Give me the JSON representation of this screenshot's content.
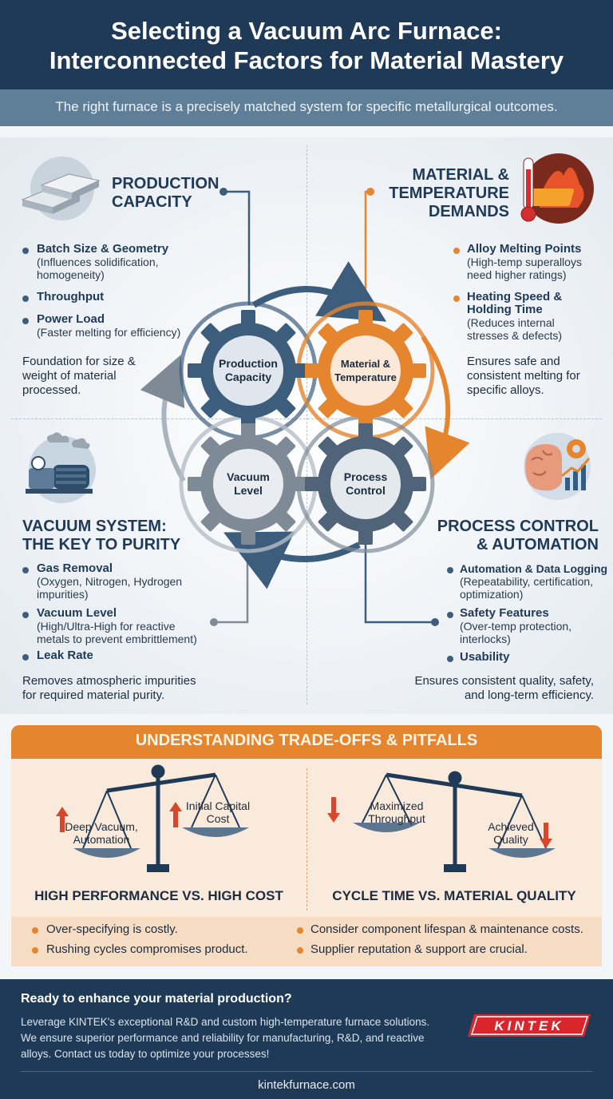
{
  "header": {
    "title_line1": "Selecting a Vacuum Arc Furnace:",
    "title_line2": "Interconnected Factors for Material Mastery",
    "subtitle": "The right furnace is a precisely matched system for specific metallurgical outcomes."
  },
  "colors": {
    "navy": "#1f3a56",
    "orange": "#e5852e",
    "steel_blue": "#3d5d7c",
    "gray": "#7e8b97"
  },
  "production": {
    "title_line1": "PRODUCTION",
    "title_line2": "CAPACITY",
    "icon": "metal-ingots-icon",
    "items": [
      {
        "head": "Batch Size & Geometry",
        "sub1": "(Influences solidification,",
        "sub2": "homogeneity)"
      },
      {
        "head": "Throughput"
      },
      {
        "head": "Power Load",
        "sub1": "(Faster melting for efficiency)"
      }
    ],
    "summary_line1": "Foundation for size &",
    "summary_line2": "weight of material",
    "summary_line3": "processed."
  },
  "material": {
    "title_line1": "MATERIAL &",
    "title_line2": "TEMPERATURE",
    "title_line3": "DEMANDS",
    "icon": "thermometer-molten-metal-icon",
    "items": [
      {
        "head": "Alloy Melting Points",
        "sub1": "(High-temp superalloys",
        "sub2": "need higher ratings)"
      },
      {
        "head1": "Heating Speed &",
        "head2": "Holding Time",
        "sub1": "(Reduces internal",
        "sub2": "stresses & defects)"
      }
    ],
    "summary_line1": "Ensures safe and",
    "summary_line2": "consistent melting for",
    "summary_line3": "specific alloys."
  },
  "vacuum": {
    "title_line1": "VACUUM SYSTEM:",
    "title_line2": "THE KEY TO PURITY",
    "icon": "vacuum-pump-icon",
    "items": [
      {
        "head": "Gas Removal",
        "sub1": "(Oxygen, Nitrogen, Hydrogen",
        "sub2": "impurities)"
      },
      {
        "head": "Vacuum Level",
        "sub1": "(High/Ultra-High for reactive",
        "sub2": "metals to prevent embrittlement)"
      },
      {
        "head": "Leak Rate"
      }
    ],
    "summary_line1": "Removes atmospheric impurities",
    "summary_line2": "for required material purity."
  },
  "process": {
    "title_line1": "PROCESS CONTROL",
    "title_line2": "& AUTOMATION",
    "icon": "brain-gear-chart-icon",
    "items": [
      {
        "head": "Automation & Data Logging",
        "sub1": "(Repeatability, certification,",
        "sub2": "optimization)"
      },
      {
        "head": "Safety Features",
        "sub1": "(Over-temp protection,",
        "sub2": "interlocks)"
      },
      {
        "head": "Usability"
      }
    ],
    "summary_line1": "Ensures consistent quality, safety,",
    "summary_line2": "and long-term efficiency."
  },
  "gears": {
    "production": {
      "line1": "Production",
      "line2": "Capacity"
    },
    "material": {
      "line1": "Material &",
      "line2": "Temperature"
    },
    "vacuum": {
      "line1": "Vacuum",
      "line2": "Level"
    },
    "process": {
      "line1": "Process",
      "line2": "Control"
    }
  },
  "tradeoffs": {
    "title": "UNDERSTANDING TRADE-OFFS & PITFALLS",
    "left": {
      "heading": "HIGH PERFORMANCE VS. HIGH COST",
      "pan_left_line1": "Deep Vacuum,",
      "pan_left_line2": "Automation",
      "pan_right_line1": "Initial Capital",
      "pan_right_line2": "Cost"
    },
    "right": {
      "heading": "CYCLE TIME VS. MATERIAL QUALITY",
      "pan_left_line1": "Maximized",
      "pan_left_line2": "Throughput",
      "pan_right_line1": "Achieved",
      "pan_right_line2": "Quality"
    },
    "notes": [
      "Over-specifying is costly.",
      "Rushing cycles compromises product.",
      "Consider component lifespan & maintenance costs.",
      "Supplier reputation & support are crucial."
    ]
  },
  "footer": {
    "cta_title": "Ready to enhance your material production?",
    "cta_line1": "Leverage KINTEK's exceptional R&D and custom high-temperature furnace solutions.",
    "cta_line2": "We ensure superior performance and reliability for manufacturing, R&D, and reactive",
    "cta_line3": "alloys. Contact us today to optimize your processes!",
    "logo": "KINTEK",
    "website": "kintekfurnace.com"
  }
}
